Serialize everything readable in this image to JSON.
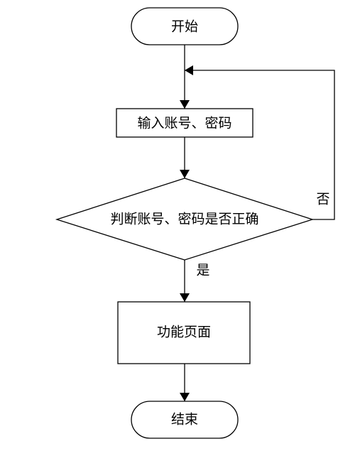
{
  "diagram": {
    "nodes": {
      "start": {
        "label": "开始",
        "shape": "terminator"
      },
      "input": {
        "label": "输入账号、密码",
        "shape": "process"
      },
      "check": {
        "label": "判断账号、密码是否正确",
        "shape": "decision"
      },
      "function_page": {
        "label": "功能页面",
        "shape": "process"
      },
      "end": {
        "label": "结束",
        "shape": "terminator"
      }
    },
    "edges": {
      "yes_label": "是",
      "no_label": "否"
    },
    "colors": {
      "stroke": "#000000",
      "fill": "#ffffff",
      "text": "#000000"
    }
  }
}
